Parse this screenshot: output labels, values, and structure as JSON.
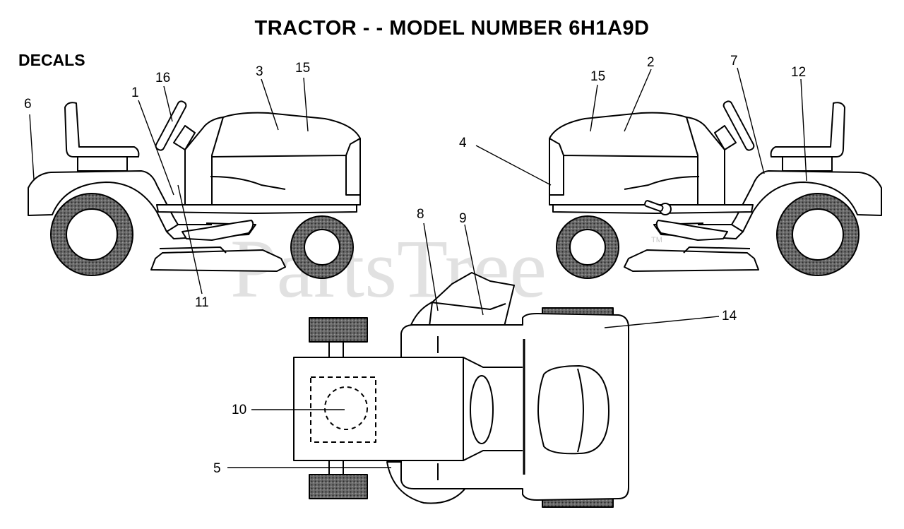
{
  "header": {
    "title": "TRACTOR - - MODEL NUMBER 6H1A9D"
  },
  "section": {
    "label": "DECALS"
  },
  "watermark": {
    "text": "PartsTree",
    "tm": "TM"
  },
  "callouts": {
    "c1": "1",
    "c2": "2",
    "c3": "3",
    "c4": "4",
    "c5": "5",
    "c6": "6",
    "c7": "7",
    "c8": "8",
    "c9": "9",
    "c10": "10",
    "c11": "11",
    "c12": "12",
    "c14": "14",
    "c15a": "15",
    "c15b": "15",
    "c16": "16"
  },
  "colors": {
    "line": "#000000",
    "tire": "#555555",
    "watermark": "#c8c8c8"
  }
}
